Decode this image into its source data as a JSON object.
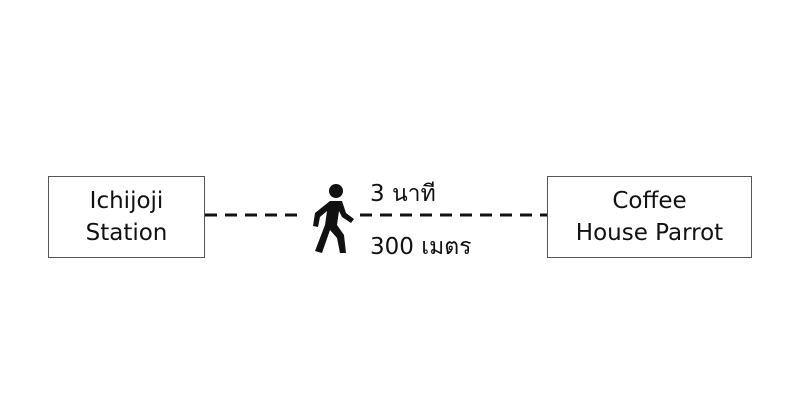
{
  "origin": {
    "line1": "Ichijoji",
    "line2": "Station"
  },
  "destination": {
    "line1": "Coffee",
    "line2": "House Parrot"
  },
  "walk": {
    "time": "3 นาที",
    "distance": "300 เมตร",
    "icon": "pedestrian-walking-icon"
  },
  "colors": {
    "ink": "#111111",
    "box_border": "#555555",
    "background": "#ffffff"
  }
}
